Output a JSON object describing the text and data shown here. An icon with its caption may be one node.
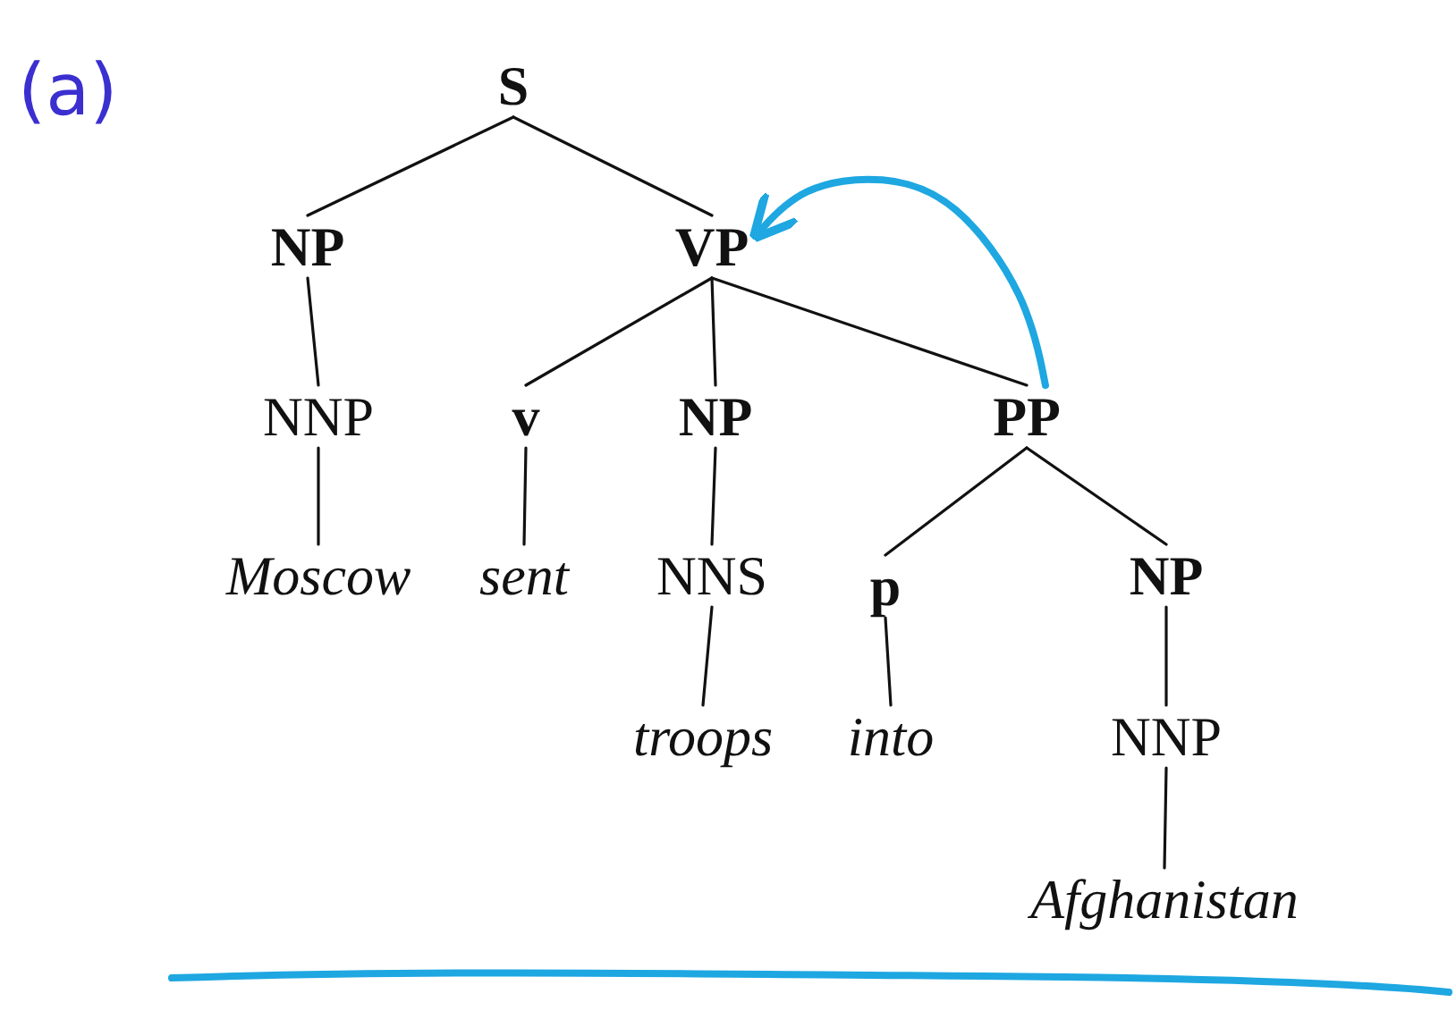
{
  "diagram": {
    "nodes": [
      {
        "text": [
          "S"
        ]
      },
      {
        "text": [
          "NP"
        ]
      },
      {
        "text": [
          "VP"
        ]
      },
      {
        "text": [
          "NNP"
        ]
      },
      {
        "text": [
          "v"
        ]
      },
      {
        "text": [
          "NP"
        ]
      },
      {
        "text": [
          "PP"
        ]
      },
      {
        "text": [
          "Moscow"
        ]
      },
      {
        "text": [
          "sent"
        ]
      },
      {
        "text": [
          "NNS"
        ]
      },
      {
        "text": [
          "p"
        ]
      },
      {
        "text": [
          "NP"
        ]
      },
      {
        "text": [
          "troops"
        ]
      },
      {
        "text": [
          "into"
        ]
      },
      {
        "text": [
          "NNP"
        ]
      },
      {
        "text": [
          "Afghanistan"
        ]
      }
    ],
    "edges": [
      {
        "from": 0,
        "to": 1,
        "arrow": "none"
      },
      {
        "from": 0,
        "to": 2,
        "arrow": "none"
      },
      {
        "from": 1,
        "to": 3,
        "arrow": "none"
      },
      {
        "from": 2,
        "to": 4,
        "arrow": "none"
      },
      {
        "from": 2,
        "to": 5,
        "arrow": "none"
      },
      {
        "from": 2,
        "to": 6,
        "arrow": "none"
      },
      {
        "from": 3,
        "to": 7,
        "arrow": "none"
      },
      {
        "from": 4,
        "to": 8,
        "arrow": "none"
      },
      {
        "from": 5,
        "to": 9,
        "arrow": "none"
      },
      {
        "from": 6,
        "to": 10,
        "arrow": "none"
      },
      {
        "from": 6,
        "to": 11,
        "arrow": "none"
      },
      {
        "from": 9,
        "to": 12,
        "arrow": "none"
      },
      {
        "from": 10,
        "to": 13,
        "arrow": "none"
      },
      {
        "from": 11,
        "to": 14,
        "arrow": "none"
      },
      {
        "from": 14,
        "to": 15,
        "arrow": "none"
      },
      {
        "from": 6,
        "to": 2,
        "arrow": "to",
        "style": "thick",
        "color": "#1ea7e1"
      }
    ],
    "labels": [
      "(a)"
    ]
  }
}
